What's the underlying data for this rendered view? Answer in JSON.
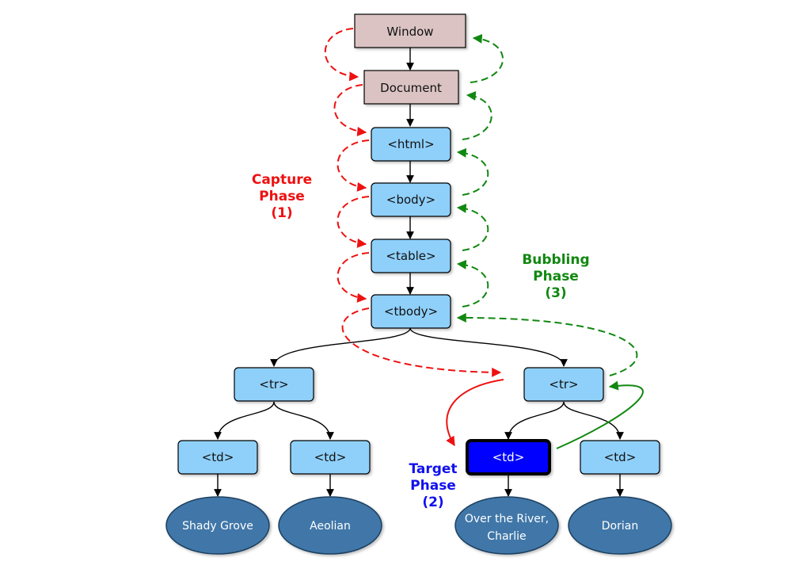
{
  "colors": {
    "window_fill": "#dbc3c3",
    "element_fill": "#8fd0fa",
    "target_fill": "#0000ff",
    "leaf_fill": "#3f77a8",
    "capture": "#ee1111",
    "bubble": "#118811",
    "target_label": "#1111ee"
  },
  "nodes": {
    "window": "Window",
    "document": "Document",
    "html": "<html>",
    "body": "<body>",
    "table": "<table>",
    "tbody": "<tbody>",
    "tr_left": "<tr>",
    "tr_right": "<tr>",
    "td_1": "<td>",
    "td_2": "<td>",
    "td_3": "<td>",
    "td_4": "<td>"
  },
  "leaves": {
    "leaf_1": "Shady Grove",
    "leaf_2": "Aeolian",
    "leaf_3_line1": "Over the River,",
    "leaf_3_line2": "Charlie",
    "leaf_4": "Dorian"
  },
  "phases": {
    "capture": {
      "line1": "Capture",
      "line2": "Phase",
      "line3": "(1)"
    },
    "target": {
      "line1": "Target",
      "line2": "Phase",
      "line3": "(2)"
    },
    "bubbling": {
      "line1": "Bubbling",
      "line2": "Phase",
      "line3": "(3)"
    }
  }
}
